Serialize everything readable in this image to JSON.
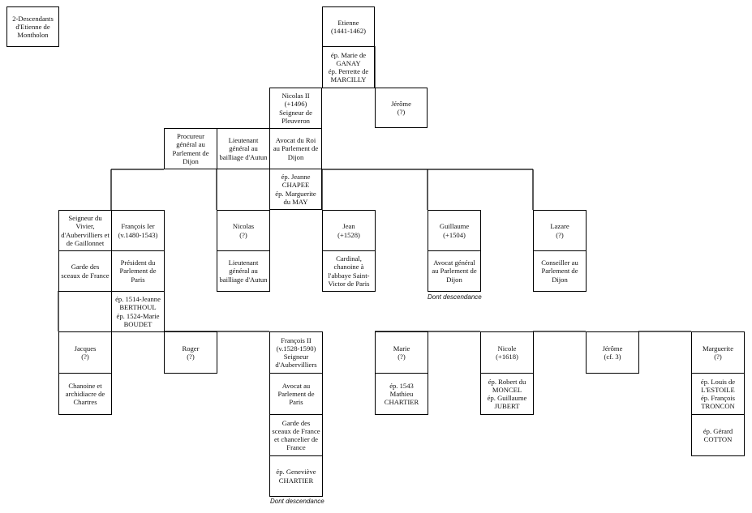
{
  "title": "2-Descendants d'Etienne de Montholon",
  "note_label": "Dont descendance",
  "gen0": {
    "etienne": {
      "name": "Etienne\n(1441-1462)",
      "spouse": "ép. Marie de GANAY\nép. Perrette de MARCILLY"
    }
  },
  "gen1": {
    "nicolas2": {
      "name": "Nicolas II\n(+1496)\nSeigneur de Pleuveron",
      "role": "Avocat du Roi au Parlement de Dijon",
      "spouse": "ép. Jeanne CHAPEE\nép. Marguerite du MAY",
      "side_left": "Procureur général au Parlement de Dijon",
      "side_right": "Lieutenant général au bailliage d'Autun"
    },
    "jerome": {
      "name": "Jérôme\n(?)"
    }
  },
  "gen2": {
    "seigneur": {
      "name": "Seigneur du Vivier, d'Aubervilliers et de Gaillonnet",
      "role": "Garde des sceaux de France"
    },
    "francois1": {
      "name": "François Ier\n(v.1480-1543)",
      "role": "Président du Parlement de Paris",
      "spouse": "ép. 1514-Jeanne BERTHOUL\nép. 1524-Marie BOUDET"
    },
    "nicolas": {
      "name": "Nicolas\n(?)",
      "role": "Lieutenant général au bailliage d'Autun"
    },
    "jean": {
      "name": "Jean\n(+1528)",
      "role": "Cardinal, chanoine à l'abbaye Saint-Victor de Paris"
    },
    "guillaume": {
      "name": "Guillaume\n(+1504)",
      "role": "Avocat général au Parlement de Dijon"
    },
    "lazare": {
      "name": "Lazare\n(?)",
      "role": "Conseiller au Parlement de Dijon"
    }
  },
  "gen3": {
    "jacques": {
      "name": "Jacques\n(?)",
      "role": "Chanoine et archidiacre de Chartres"
    },
    "roger": {
      "name": "Roger\n(?)"
    },
    "francois2": {
      "name": "François II\n(v.1528-1590)\nSeigneur d'Aubervilliers",
      "role": "Avocat au Parlement de Paris",
      "role2": "Garde des sceaux de France et chancelier de France",
      "spouse": "ép. Geneviève CHARTIER"
    },
    "marie": {
      "name": "Marie\n(?)",
      "spouse": "ép. 1543 Mathieu CHARTIER"
    },
    "nicole": {
      "name": "Nicole\n(+1618)",
      "spouse": "ép. Robert du MONCEL\nép. Guillaume JUBERT"
    },
    "jerome3": {
      "name": "Jérôme\n(cf. 3)"
    },
    "marguerite": {
      "name": "Marguerite\n(?)",
      "spouse": "ép. Louis de L'ESTOILE\nép. François TRONCON",
      "spouse2": "ép. Gérard COTTON"
    }
  }
}
